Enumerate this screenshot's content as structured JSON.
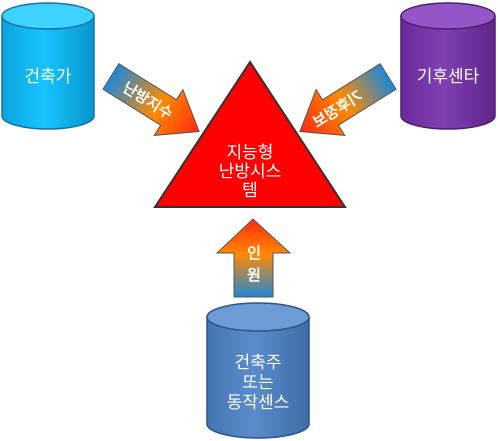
{
  "nodes": {
    "architect": {
      "label": "건축가",
      "color": "#00b0f0"
    },
    "climate_center": {
      "label": "기후센타",
      "color": "#7030a0"
    },
    "owner": {
      "lines": [
        "건축주",
        "또는",
        "동작센스"
      ],
      "color": "#4f81bd"
    },
    "system": {
      "lines": [
        "지능형",
        "난방시스",
        "템"
      ],
      "color": "#ff0000"
    }
  },
  "arrows": {
    "heating_index": {
      "label": "난방지수"
    },
    "climate_info": {
      "label": "기후정보"
    },
    "personnel": {
      "lines": [
        "인",
        "원"
      ]
    }
  }
}
